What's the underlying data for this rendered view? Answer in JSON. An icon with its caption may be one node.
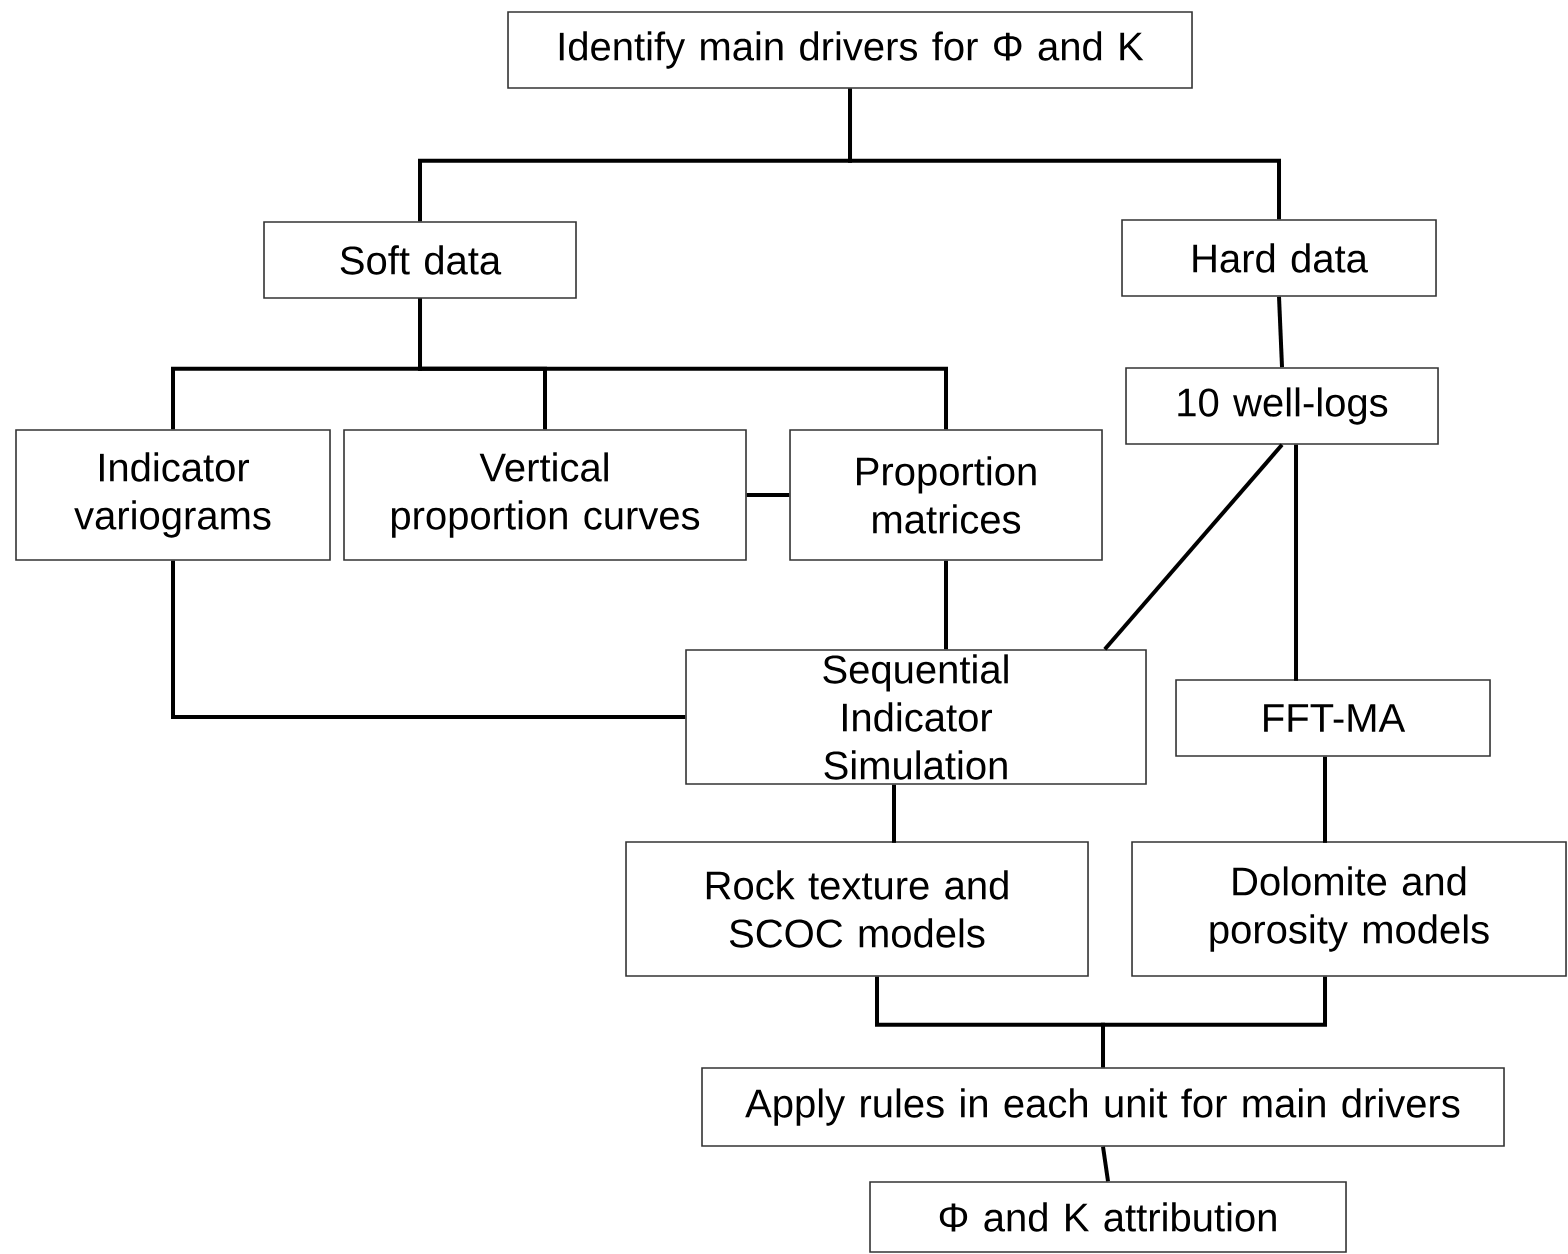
{
  "diagram": {
    "nodes": [
      {
        "text": [
          "Identify main drivers for Φ and K"
        ]
      },
      {
        "text": [
          "Soft data"
        ]
      },
      {
        "text": [
          "Hard data"
        ]
      },
      {
        "text": [
          "Indicator variograms"
        ]
      },
      {
        "text": [
          "Vertical proportion curves"
        ]
      },
      {
        "text": [
          "Proportion matrices"
        ]
      },
      {
        "text": [
          "10 well-logs"
        ]
      },
      {
        "text": [
          "Sequential Indicator Simulation"
        ]
      },
      {
        "text": [
          "FFT-MA"
        ]
      },
      {
        "text": [
          "Rock texture and SCOC models"
        ]
      },
      {
        "text": [
          "Dolomite and porosity models"
        ]
      },
      {
        "text": [
          "Apply rules in each unit for main drivers"
        ]
      },
      {
        "text": [
          "Φ and K attribution"
        ]
      }
    ],
    "edges": [
      {
        "from": 0,
        "to": 1,
        "arrow": "none"
      },
      {
        "from": 0,
        "to": 2,
        "arrow": "none"
      },
      {
        "from": 1,
        "to": 3,
        "arrow": "none"
      },
      {
        "from": 1,
        "to": 4,
        "arrow": "none"
      },
      {
        "from": 1,
        "to": 5,
        "arrow": "none"
      },
      {
        "from": 2,
        "to": 6,
        "arrow": "none"
      },
      {
        "from": 4,
        "to": 5,
        "arrow": "none"
      },
      {
        "from": 3,
        "to": 7,
        "arrow": "none"
      },
      {
        "from": 5,
        "to": 7,
        "arrow": "none"
      },
      {
        "from": 6,
        "to": 7,
        "arrow": "none"
      },
      {
        "from": 6,
        "to": 8,
        "arrow": "none"
      },
      {
        "from": 7,
        "to": 9,
        "arrow": "none"
      },
      {
        "from": 8,
        "to": 10,
        "arrow": "none"
      },
      {
        "from": 9,
        "to": 11,
        "arrow": "none"
      },
      {
        "from": 10,
        "to": 11,
        "arrow": "none"
      },
      {
        "from": 11,
        "to": 12,
        "arrow": "none"
      }
    ]
  }
}
